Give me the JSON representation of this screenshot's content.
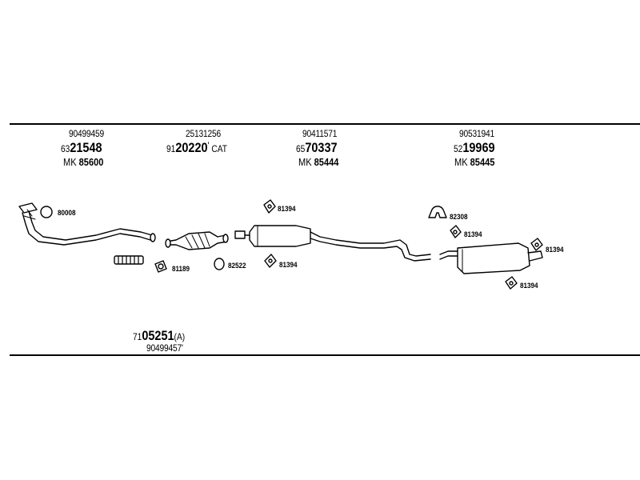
{
  "groups": [
    {
      "oe": "90499459",
      "pre": "63",
      "main": "21548",
      "mk_prefix": "MK",
      "mk_num": "85600"
    },
    {
      "oe": "25131256",
      "pre": "91",
      "main": "20220",
      "suffix": "CAT"
    },
    {
      "oe": "90411571",
      "pre": "65",
      "main": "70337",
      "mk_prefix": "MK",
      "mk_num": "85444"
    },
    {
      "oe": "90531941",
      "pre": "52",
      "main": "19969",
      "mk_prefix": "MK",
      "mk_num": "85445"
    }
  ],
  "bottom_group": {
    "pre": "71",
    "main": "05251",
    "suffix": "(A)",
    "oe": "90499457"
  },
  "refs": {
    "r80008": "80008",
    "r81189": "81189",
    "r82522": "82522",
    "r81394_a": "81394",
    "r81394_b": "81394",
    "r82308": "82308",
    "r81394_c": "81394",
    "r81394_d": "81394",
    "r81394_e": "81394"
  }
}
